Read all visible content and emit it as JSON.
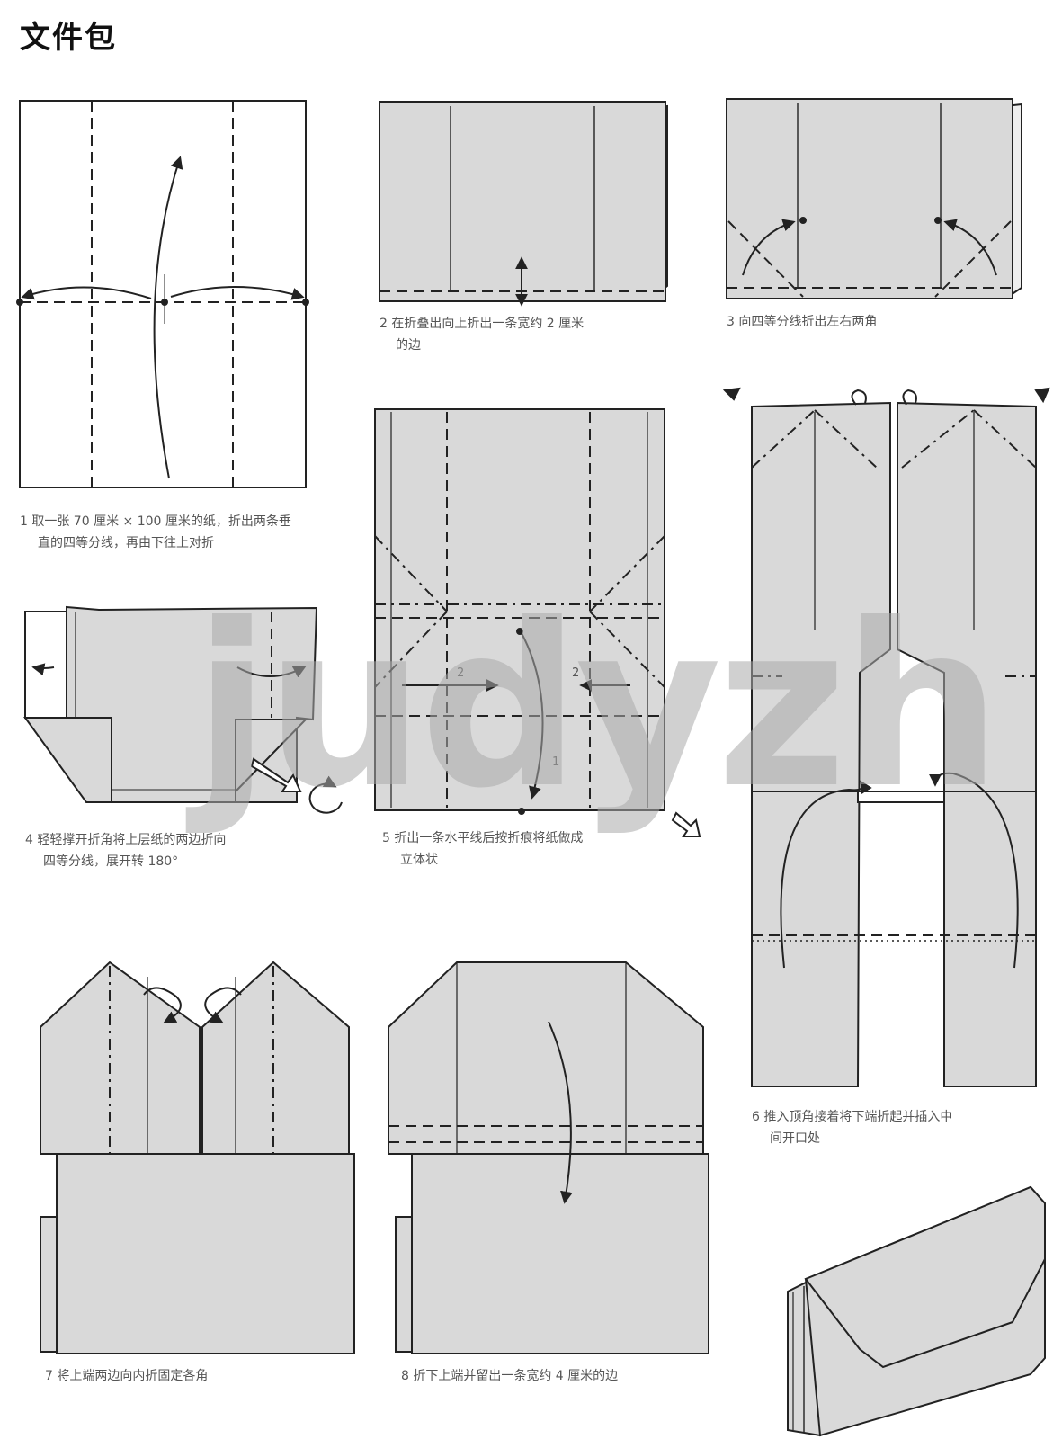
{
  "title": "文件包",
  "watermark": "judyzh",
  "colors": {
    "paper": "#d9d9d9",
    "line": "#222222",
    "page": "#ffffff"
  },
  "steps": [
    {
      "label": "1  取一张 70 厘米 × 100 厘米的纸，折出两条垂",
      "label2": "直的四等分线，再由下往上对折"
    },
    {
      "label": "2  在折叠出向上折出一条宽约 2 厘米",
      "label2": "的边"
    },
    {
      "label": "3  向四等分线折出左右两角",
      "label2": ""
    },
    {
      "label": "4  轻轻撑开折角将上层纸的两边折向",
      "label2": "四等分线，展开转 180°"
    },
    {
      "label": "5  折出一条水平线后按折痕将纸做成",
      "label2": "立体状"
    },
    {
      "label": "6  推入顶角接着将下端折起并插入中",
      "label2": "间开口处"
    },
    {
      "label": "7  将上端两边向内折固定各角",
      "label2": ""
    },
    {
      "label": "8  折下上端并留出一条宽约 4 厘米的边",
      "label2": ""
    }
  ],
  "step5_marks": [
    "2",
    "2",
    "1"
  ]
}
